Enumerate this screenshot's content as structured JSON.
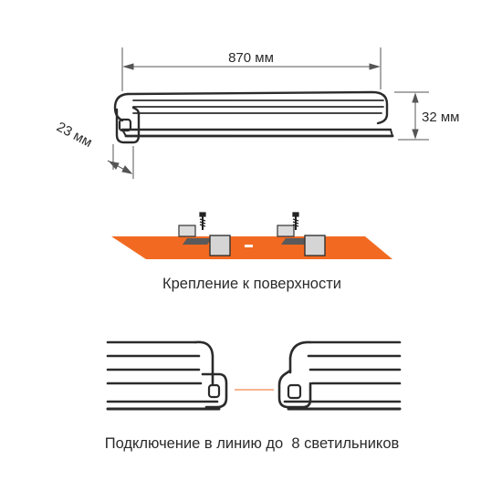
{
  "dimensions": {
    "length": "870 мм",
    "height": "32 мм",
    "depth": "23 мм"
  },
  "captions": {
    "surface_mount": "Крепление к поверхности",
    "chain_connection": "Подключение в линию до  8 светильников"
  },
  "colors": {
    "accent": "#f26a21",
    "line": "#2b2b2b",
    "dimension": "#555555",
    "bracket": "#d9d9d9"
  },
  "icons": [
    "screw-icon",
    "mounting-bracket-icon",
    "connector-arrow-icon"
  ]
}
